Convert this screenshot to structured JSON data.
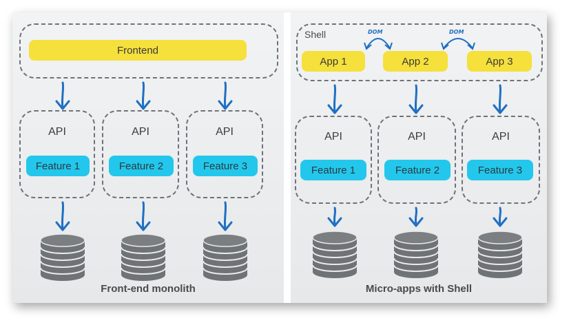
{
  "left": {
    "frontend_label": "Frontend",
    "api_labels": [
      "API",
      "API",
      "API"
    ],
    "features": [
      "Feature 1",
      "Feature 2",
      "Feature 3"
    ],
    "caption": "Front-end monolith"
  },
  "right": {
    "shell_label": "Shell",
    "apps": [
      "App 1",
      "App 2",
      "App 3"
    ],
    "dom_labels": [
      "DOM",
      "DOM"
    ],
    "api_labels": [
      "API",
      "API",
      "API"
    ],
    "features": [
      "Feature 1",
      "Feature 2",
      "Feature 3"
    ],
    "caption": "Micro-apps with Shell"
  },
  "colors": {
    "frontend_yellow": "#f5e03c",
    "feature_cyan": "#23c7ec",
    "arrow_blue": "#1f6fc2",
    "database_gray": "#707375",
    "dashed_border": "#6f7275"
  }
}
